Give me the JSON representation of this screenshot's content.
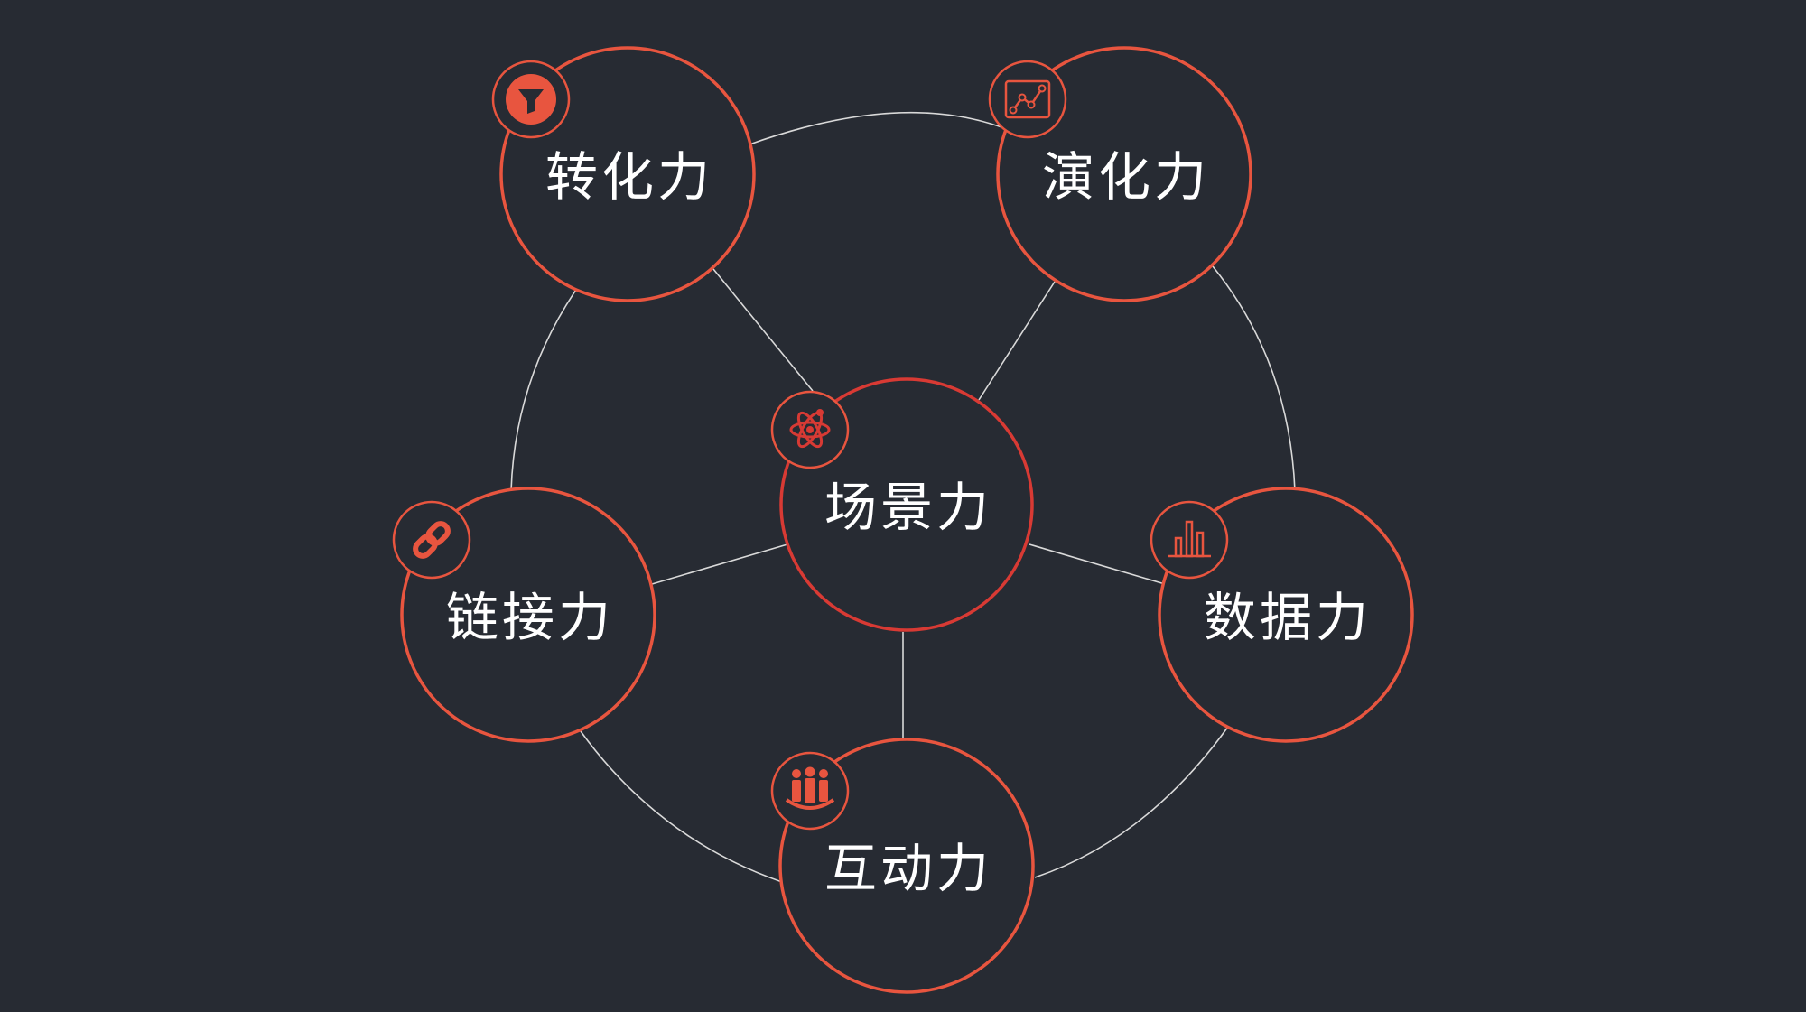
{
  "diagram": {
    "center": {
      "label": "场景力",
      "icon": "atom-icon"
    },
    "nodes": [
      {
        "id": "conversion",
        "label": "转化力",
        "icon": "filter-icon"
      },
      {
        "id": "evolution",
        "label": "演化力",
        "icon": "line-chart-icon"
      },
      {
        "id": "linking",
        "label": "链接力",
        "icon": "link-icon"
      },
      {
        "id": "data",
        "label": "数据力",
        "icon": "bar-chart-icon"
      },
      {
        "id": "interaction",
        "label": "互动力",
        "icon": "group-icon"
      }
    ]
  },
  "colors": {
    "background": "#272b33",
    "accent": "#e8553f",
    "center_ring": "#d83a34",
    "connector": "#d9d9d9",
    "text": "#ffffff"
  }
}
